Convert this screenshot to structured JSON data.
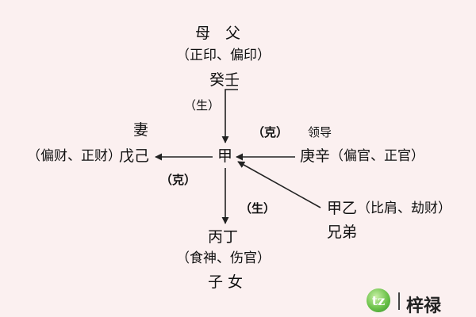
{
  "diagram": {
    "parents": {
      "title": "母　父",
      "role": "（正印、偏印）",
      "stems": "癸壬"
    },
    "rel_sheng_top": "（生）",
    "wife": {
      "title": "妻",
      "role": "（偏财、正财）",
      "stems": "戊己"
    },
    "center": "甲",
    "rel_ke_right": "（克）",
    "leader": {
      "title": "领导",
      "stems": "庚辛",
      "role": "（偏官、正官）"
    },
    "rel_ke_left": "（克）",
    "rel_sheng_bottom": "（生）",
    "sibling": {
      "stems": "甲乙",
      "role": "（比肩、劫财）",
      "title": "兄弟"
    },
    "children": {
      "stems": "丙丁",
      "role": "（食神、伤官）",
      "title": "子 女"
    }
  },
  "logo": {
    "glyph": "tz",
    "name": "梓禄"
  },
  "colors": {
    "background": "#fbf0f0",
    "line": "#222222",
    "logo_green": "#6cc24a"
  }
}
